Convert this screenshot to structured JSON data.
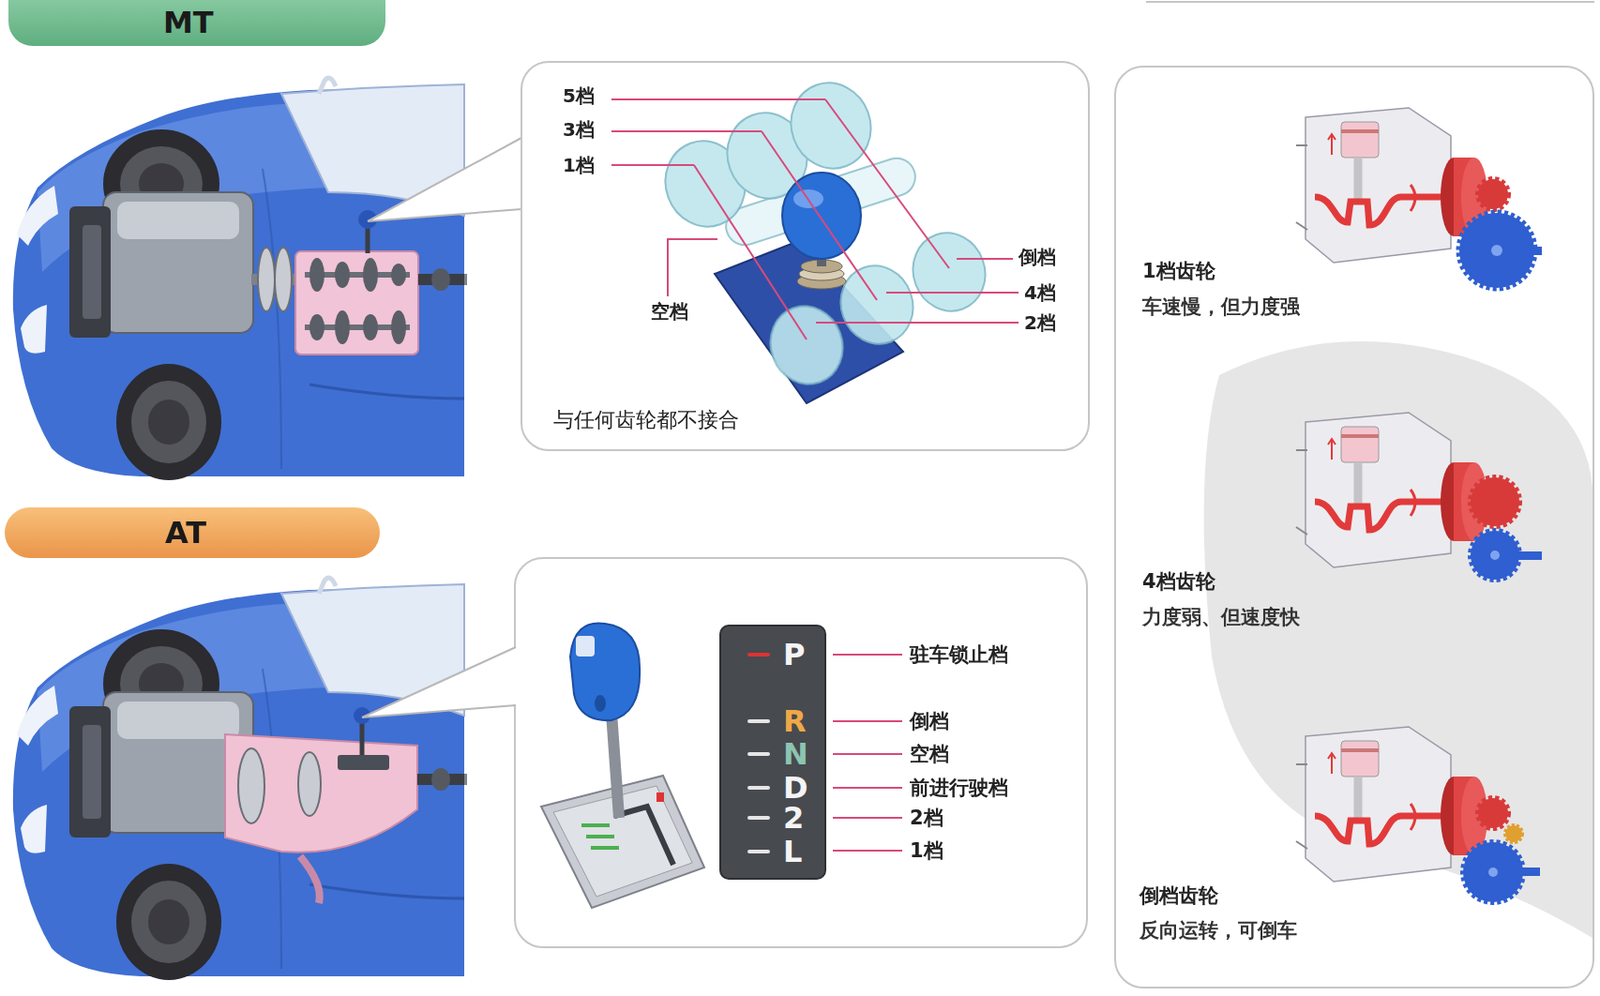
{
  "diagram": {
    "nodes": [
      {
        "text": [
          "MT"
        ]
      },
      {
        "text": [
          "与任何齿轮都不接合"
        ]
      },
      {
        "text": [
          "AT"
        ]
      },
      {
        "text": [
          "P",
          "R",
          "N",
          "D",
          "2",
          "L"
        ]
      }
    ],
    "labels": [
      "5档",
      "3档",
      "1档",
      "空档",
      "倒档",
      "4档",
      "2档",
      "驻车锁止档",
      "倒档",
      "空档",
      "前进行驶档",
      "2档",
      "1档",
      "1档齿轮",
      "车速慢，但力度强",
      "4档齿轮",
      "力度弱、但速度快",
      "倒档齿轮",
      "反向运转，可倒车"
    ]
  }
}
